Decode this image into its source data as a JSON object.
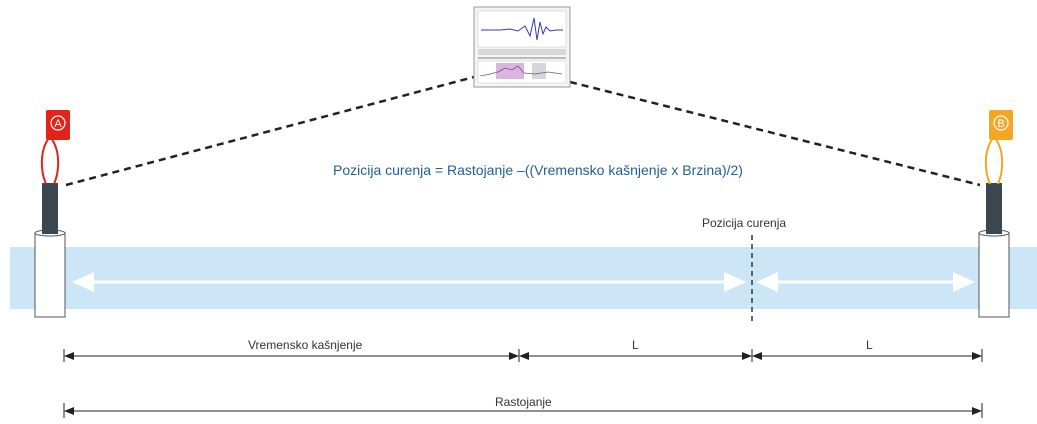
{
  "formula": "Pozicija curenja = Rastojanje –((Vremensko kašnjenje x Brzina)/2)",
  "leak_position_label": "Pozicija curenja",
  "sensor_a_label": "A",
  "sensor_b_label": "B",
  "dimensions": {
    "time_delay_label": "Vremensko kašnjenje",
    "l_left_label": "L",
    "l_right_label": "L",
    "distance_label": "Rastojanje"
  },
  "colors": {
    "pipe": "#cce6f8",
    "formula": "#1f5f9a",
    "sensor_a_flag": "#e2231a",
    "sensor_b_flag": "#f5a623",
    "cable": "#3a4650"
  },
  "icons": {
    "monitor": "correlator-display-icon",
    "sensor": "acoustic-sensor-icon"
  }
}
